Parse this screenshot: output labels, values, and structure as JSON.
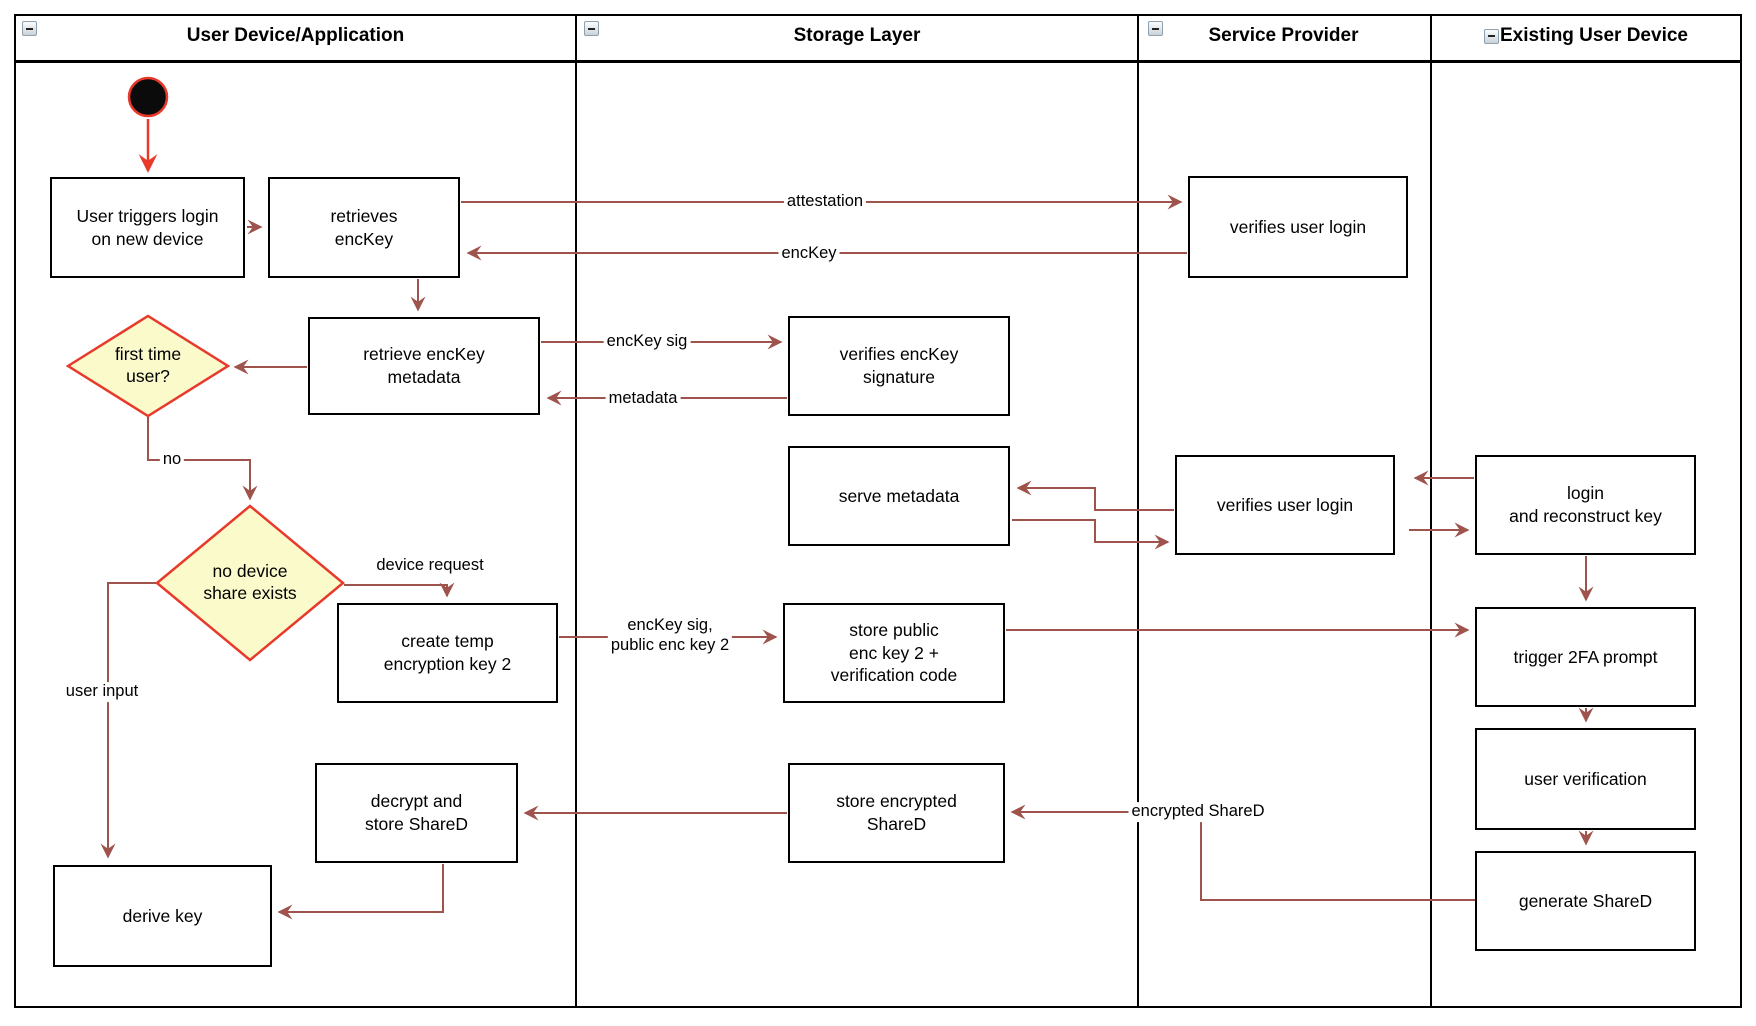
{
  "colors": {
    "connector": "#9e544c",
    "accent_red": "#e8392b",
    "diamond_fill": "#fbfacb",
    "border_black": "#000000"
  },
  "lanes": [
    {
      "title": "User Device/Application"
    },
    {
      "title": "Storage Layer"
    },
    {
      "title": "Service Provider"
    },
    {
      "title": "Existing User Device"
    }
  ],
  "nodes": {
    "user_triggers": "User triggers login\non new device",
    "retrieves_enckey": "retrieves\nencKey",
    "verifies_login_top": "verifies user login",
    "retrieve_metadata": "retrieve encKey\nmetadata",
    "first_time_user": "first time\nuser?",
    "verifies_sig": "verifies encKey\nsignature",
    "serve_metadata": "serve metadata",
    "verifies_login_mid": "verifies user login",
    "login_reconstruct": "login\nand reconstruct key",
    "no_device_share": "no device\nshare exists",
    "create_temp": "create temp\nencryption key 2",
    "store_public": "store public\nenc key 2 +\nverification code",
    "trigger_2fa": "trigger 2FA prompt",
    "store_encrypted": "store encrypted\nShareD",
    "decrypt_store": "decrypt and\nstore ShareD",
    "user_verification": "user verification",
    "generate_shared": "generate ShareD",
    "derive_key": "derive key"
  },
  "edge_labels": {
    "attestation": "attestation",
    "enckey": "encKey",
    "enckey_sig": "encKey sig",
    "metadata": "metadata",
    "no": "no",
    "device_request": "device request",
    "enckey_sig_public": "encKey sig,\npublic enc key 2",
    "user_input": "user input",
    "encrypted_shared": "encrypted ShareD"
  }
}
